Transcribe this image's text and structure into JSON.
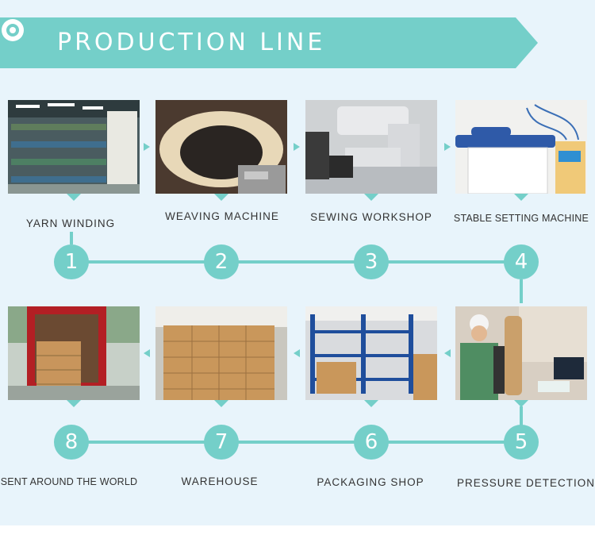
{
  "banner": {
    "title": "PRODUCTION LINE"
  },
  "steps": [
    {
      "number": "1",
      "label": "YARN WINDING"
    },
    {
      "number": "2",
      "label": "WEAVING MACHINE"
    },
    {
      "number": "3",
      "label": "SEWING WORKSHOP"
    },
    {
      "number": "4",
      "label": "STABLE SETTING MACHINE"
    },
    {
      "number": "5",
      "label": "PRESSURE DETECTION"
    },
    {
      "number": "6",
      "label": "PACKAGING SHOP"
    },
    {
      "number": "7",
      "label": "WAREHOUSE"
    },
    {
      "number": "8",
      "label": "SENT AROUND THE WORLD"
    }
  ],
  "colors": {
    "accent": "#74cfc9",
    "background": "#e8f4fb",
    "text": "#333333"
  }
}
